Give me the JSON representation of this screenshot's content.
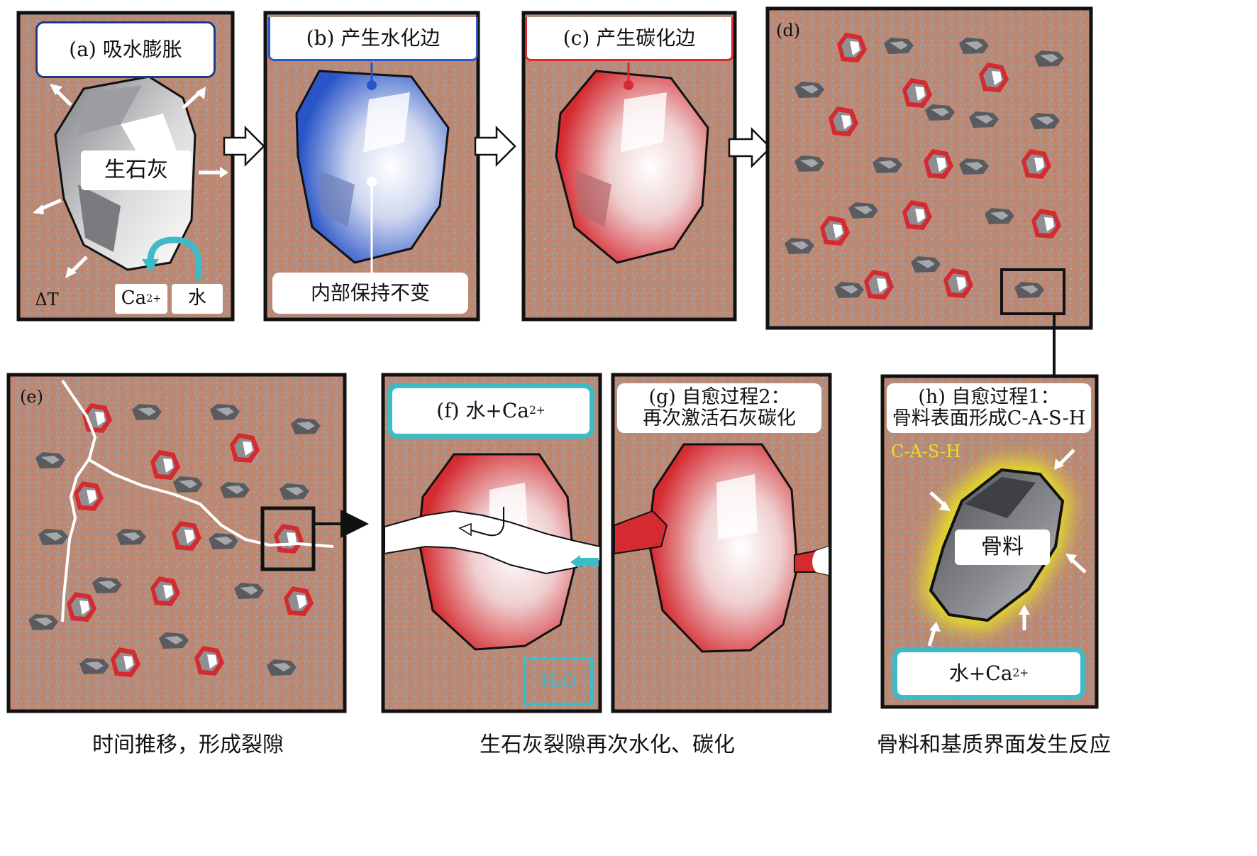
{
  "panels": {
    "a": {
      "title": "(a) 吸水膨胀",
      "core": "生石灰",
      "ion": "Ca",
      "ion_sup": "2+",
      "water": "水",
      "delta_t": "ΔT"
    },
    "b": {
      "title": "(b) 产生水化边",
      "inner": "内部保持不变"
    },
    "c": {
      "title": "(c) 产生碳化边"
    },
    "d": {
      "title": "(d)"
    },
    "e": {
      "title": "(e)"
    },
    "f": {
      "title": "(f) 水+Ca",
      "title_sup": "2+",
      "h2o": "H₂O"
    },
    "g": {
      "title_line1": "(g) 自愈过程2：",
      "title_line2": "再次激活石灰碳化"
    },
    "h": {
      "title_line1": "(h) 自愈过程1：",
      "title_line2": "骨料表面形成C-A-S-H",
      "cash": "C-A-S-H",
      "aggregate": "骨料",
      "bottom": "水+Ca",
      "bottom_sup": "2+"
    }
  },
  "captions": {
    "left": "时间推移，形成裂隙",
    "middle": "生石灰裂隙再次水化、碳化",
    "right": "骨料和基质界面发生反应"
  },
  "colors": {
    "matrix": "#b88a78",
    "matrix_speckle_orange": "#d9784a",
    "matrix_speckle_blue": "#8aa4b8",
    "hydration_blue": "#2a55c8",
    "carbonation_red": "#d42a30",
    "teal": "#3dbbc6",
    "cash_yellow": "#e8e020",
    "aggregate_gray": "#6e6f73"
  }
}
